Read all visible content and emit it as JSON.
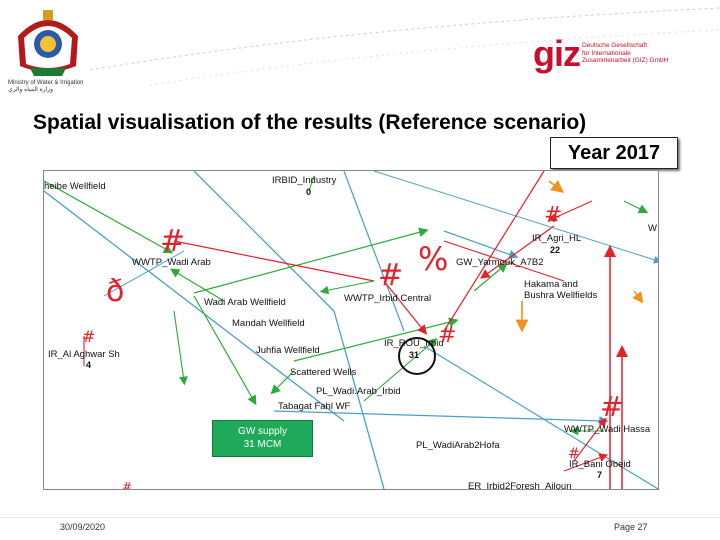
{
  "header": {
    "ministry_text": "Ministry of Water & Irrigation وزارة المياه والري",
    "giz_logo": "giz",
    "giz_text_line1": "Deutsche Gesellschaft",
    "giz_text_line2": "für Internationale",
    "giz_text_line3": "Zusammenarbeit (GIZ) GmbH"
  },
  "slide": {
    "title": "Spatial visualisation of the results (Reference scenario)",
    "year_label": "Year 2017"
  },
  "map": {
    "labels": {
      "irbid_industry": "IRBID_Industry",
      "irbid_industry_num": "0",
      "sheibe": "heibe Wellfield",
      "ir_agri_hl": "IR_Agri_HL",
      "ir_agri_hl_num": "22",
      "w_edge": "W",
      "wwtp_wadi_arab": "WWTP_Wadi Arab",
      "gw_yarmouk": "GW_Yarmouk_A7B2",
      "hakama": "Hakama and",
      "bushra": "Bushra Wellfields",
      "wadi_arab_wellfield": "Wadi Arab Wellfield",
      "wwtp_irbid_central": "WWTP_Irbid Central",
      "mandah": "Mandah Wellfield",
      "ir_aghwar": "IR_Al Aghwar Sh",
      "ir_aghwar_num": "4",
      "ir_rou": "IR_ROU_Irbid",
      "ir_rou_num": "31",
      "juhfia": "Juhfia Wellfield",
      "scattered": "Scattered Wells",
      "pl_wadiarab_irbid": "PL_Wadi.Arab_Irbid",
      "tabagat": "Tabagat Fahl WF",
      "wwtp_wadi_hassan": "WWTP_Wadi Hassa",
      "pl_wadiarab2hofa": "PL_WadiArab2Hofa",
      "ir_bani_obeid": "IR_Bani Obeid",
      "ir_bani_obeid_num": "7",
      "er_irbid": "ER_Irbid2Foresh_Ajloun"
    },
    "gw_supply_line1": "GW supply",
    "gw_supply_line2": "31 MCM",
    "symbols": {
      "hash": "#",
      "percent": "%",
      "eth": "ð"
    }
  },
  "footer": {
    "date": "30/09/2020",
    "page": "Page 27"
  },
  "colors": {
    "title_text": "#000000",
    "giz_red": "#c8102e",
    "demand_red": "#e2212b",
    "supply_green": "#2eaa3a",
    "line_blue": "#4aa0c8",
    "return_orange": "#f0901e",
    "gw_box_green": "#1faa59"
  }
}
